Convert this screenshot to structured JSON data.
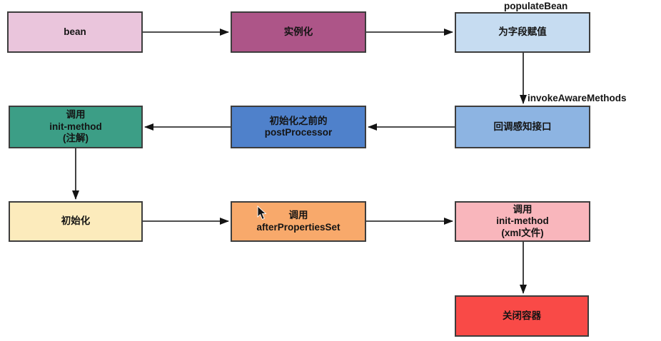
{
  "diagram": {
    "name": "spring-bean-lifecycle-flowchart",
    "background": "#ffffff",
    "border_color": "#3d3d3d",
    "text_color": "#141414",
    "nodes": [
      {
        "id": "bean",
        "label": "bean",
        "fill": "#EAC5DC"
      },
      {
        "id": "instantiate",
        "label": "实例化",
        "fill": "#AD5588"
      },
      {
        "id": "populate-fields",
        "label": "为字段赋值",
        "fill": "#C6DCF1"
      },
      {
        "id": "callback-aware",
        "label": "回调感知接口",
        "fill": "#8DB4E2"
      },
      {
        "id": "pre-init-postprocessor",
        "label": "初始化之前的\npostProcessor",
        "fill": "#4F81CB"
      },
      {
        "id": "init-method-annotation",
        "label": "调用\ninit-method\n(注解)",
        "fill": "#3C9E86"
      },
      {
        "id": "initialize",
        "label": "初始化",
        "fill": "#FCEBBC"
      },
      {
        "id": "after-properties-set",
        "label": "调用\nafterPropertiesSet",
        "fill": "#F8A96B"
      },
      {
        "id": "init-method-xml",
        "label": "调用\ninit-method\n(xml文件)",
        "fill": "#F9B6BC"
      },
      {
        "id": "close-container",
        "label": "关闭容器",
        "fill": "#F94A47"
      }
    ],
    "annotations": [
      {
        "id": "populate-bean-label",
        "text": "populateBean"
      },
      {
        "id": "invoke-aware-methods-label",
        "text": "invokeAwareMethods"
      }
    ],
    "edges": [
      {
        "from": "bean",
        "to": "instantiate"
      },
      {
        "from": "instantiate",
        "to": "populate-fields"
      },
      {
        "from": "populate-fields",
        "to": "callback-aware",
        "label": "invokeAwareMethods"
      },
      {
        "from": "callback-aware",
        "to": "pre-init-postprocessor"
      },
      {
        "from": "pre-init-postprocessor",
        "to": "init-method-annotation"
      },
      {
        "from": "init-method-annotation",
        "to": "initialize"
      },
      {
        "from": "initialize",
        "to": "after-properties-set"
      },
      {
        "from": "after-properties-set",
        "to": "init-method-xml"
      },
      {
        "from": "init-method-xml",
        "to": "close-container"
      }
    ]
  }
}
